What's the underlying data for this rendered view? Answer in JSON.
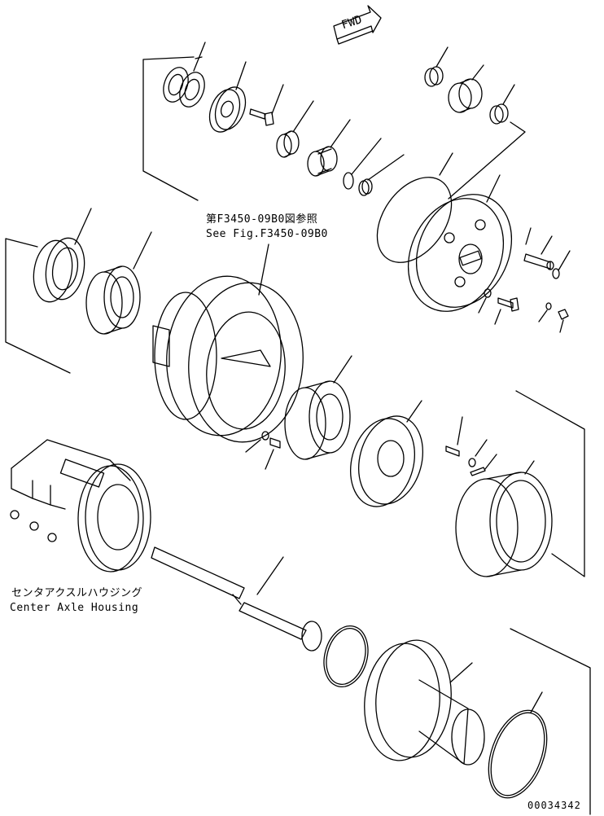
{
  "diagram": {
    "fwd_label": "FWD",
    "reference": {
      "jp": "第F3450-09B0図参照",
      "en": "See Fig.F3450-09B0"
    },
    "housing_label": {
      "jp": "センタアクスルハウジング",
      "en": "Center Axle Housing"
    },
    "drawing_code": "00034342",
    "line_color": "#000000",
    "background_color": "#ffffff"
  }
}
